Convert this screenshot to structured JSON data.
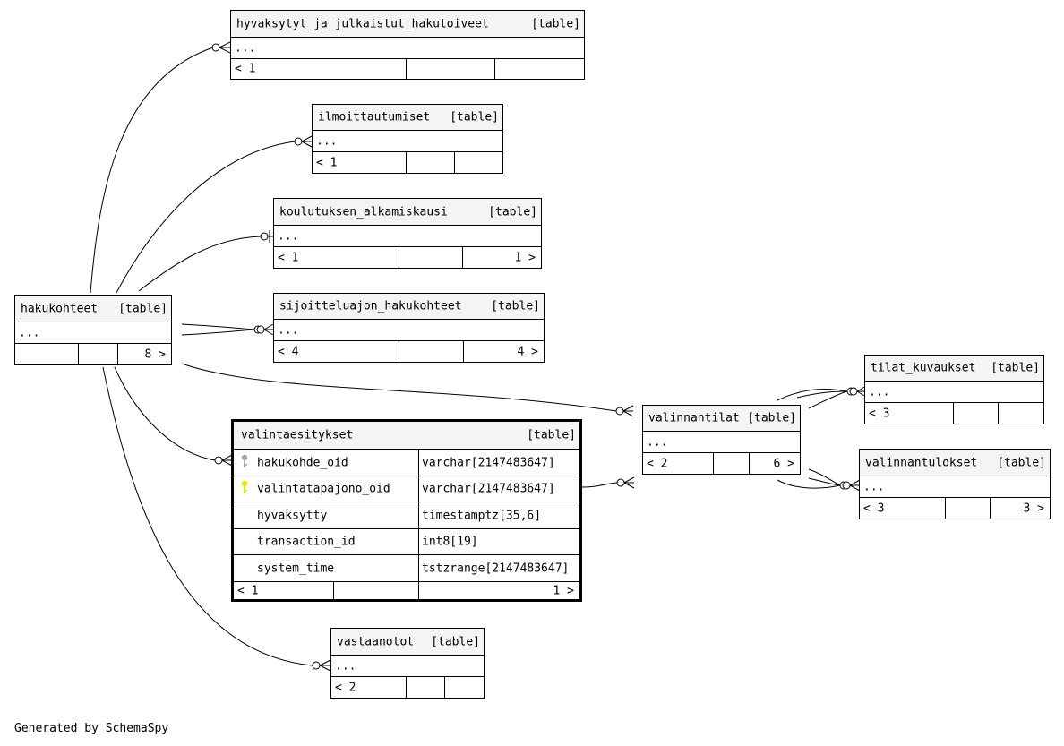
{
  "tables": {
    "hyvaksytyt": {
      "name": "hyvaksytyt_ja_julkaistut_hakutoiveet",
      "tag": "[table]",
      "body": "...",
      "foot_left": "< 1",
      "foot_right": ""
    },
    "ilmoittautumiset": {
      "name": "ilmoittautumiset",
      "tag": "[table]",
      "body": "...",
      "foot_left": "< 1",
      "foot_right": ""
    },
    "koulutuksen": {
      "name": "koulutuksen_alkamiskausi",
      "tag": "[table]",
      "body": "...",
      "foot_left": "< 1",
      "foot_right": "1 >"
    },
    "sijoittelu": {
      "name": "sijoitteluajon_hakukohteet",
      "tag": "[table]",
      "body": "...",
      "foot_left": "< 4",
      "foot_right": "4 >"
    },
    "hakukohteet": {
      "name": "hakukohteet",
      "tag": "[table]",
      "body": "...",
      "foot_left": "",
      "foot_right": "8 >"
    },
    "valinnantilat": {
      "name": "valinnantilat",
      "tag": "[table]",
      "body": "...",
      "foot_left": "< 2",
      "foot_right": "6 >"
    },
    "tilat_kuvaukset": {
      "name": "tilat_kuvaukset",
      "tag": "[table]",
      "body": "...",
      "foot_left": "< 3",
      "foot_right": ""
    },
    "valinnantulokset": {
      "name": "valinnantulokset",
      "tag": "[table]",
      "body": "...",
      "foot_left": "< 3",
      "foot_right": "3 >"
    },
    "vastaanotot": {
      "name": "vastaanotot",
      "tag": "[table]",
      "body": "...",
      "foot_left": "< 2",
      "foot_right": ""
    },
    "valintaesitykset": {
      "name": "valintaesitykset",
      "tag": "[table]",
      "foot_left": "< 1",
      "foot_right": "1 >",
      "columns": [
        {
          "name": "hakukohde_oid",
          "type": "varchar[2147483647]",
          "key": "foreign-key-icon",
          "key_color": "#a6a6a6"
        },
        {
          "name": "valintatapajono_oid",
          "type": "varchar[2147483647]",
          "key": "primary-key-icon",
          "key_color": "#e8e800"
        },
        {
          "name": "hyvaksytty",
          "type": "timestamptz[35,6]",
          "key": ""
        },
        {
          "name": "transaction_id",
          "type": "int8[19]",
          "key": ""
        },
        {
          "name": "system_time",
          "type": "tstzrange[2147483647]",
          "key": ""
        }
      ]
    }
  },
  "footer": "Generated by SchemaSpy"
}
